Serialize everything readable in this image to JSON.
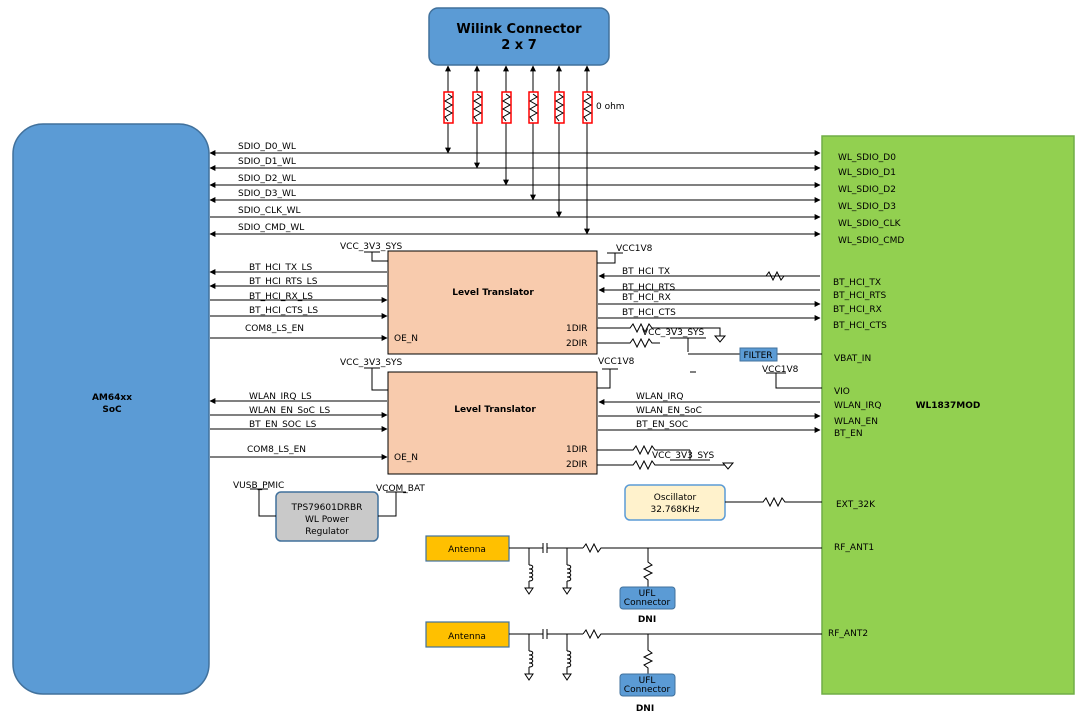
{
  "wilink": {
    "line1": "Wilink Connector",
    "line2": "2 x 7"
  },
  "zero_ohm_label": "0 ohm",
  "soc": {
    "line1": "AM64xx",
    "line2": "SoC"
  },
  "module": {
    "name": "WL1837MOD"
  },
  "sdio_signals": [
    "SDIO_D0_WL",
    "SDIO_D1_WL",
    "SDIO_D2_WL",
    "SDIO_D3_WL",
    "SDIO_CLK_WL",
    "SDIO_CMD_WL"
  ],
  "module_sdio_pins": [
    "WL_SDIO_D0",
    "WL_SDIO_D1",
    "WL_SDIO_D2",
    "WL_SDIO_D3",
    "WL_SDIO_CLK",
    "WL_SDIO_CMD"
  ],
  "lt1": {
    "title": "Level Translator",
    "vcc_left": "VCC_3V3_SYS",
    "vcc_right": "VCC1V8",
    "oe": "OE_N",
    "dir1": "1DIR",
    "dir2": "2DIR",
    "dir_supply": "VCC_3V3_SYS",
    "left_signals": [
      "BT_HCI_TX_LS",
      "BT_HCI_RTS_LS",
      "BT_HCI_RX_LS",
      "BT_HCI_CTS_LS",
      "COM8_LS_EN"
    ],
    "right_signals": [
      "BT_HCI_TX",
      "BT_HCI_RTS",
      "BT_HCI_RX",
      "BT_HCI_CTS"
    ]
  },
  "lt2": {
    "title": "Level Translator",
    "vcc_left": "VCC_3V3_SYS",
    "vcc_right": "VCC1V8",
    "oe": "OE_N",
    "dir1": "1DIR",
    "dir2": "2DIR",
    "dir_supply": "VCC_3V3_SYS",
    "left_signals": [
      "WLAN_IRQ_LS",
      "WLAN_EN_SoC_LS",
      "BT_EN_SOC_LS",
      "COM8_LS_EN"
    ],
    "right_signals": [
      "WLAN_IRQ",
      "WLAN_EN_SoC",
      "BT_EN_SOC"
    ]
  },
  "module_pins": {
    "bt_hci": [
      "BT_HCI_TX",
      "BT_HCI_RTS",
      "BT_HCI_RX",
      "BT_HCI_CTS"
    ],
    "vbat": "VBAT_IN",
    "vio": "VIO",
    "ctrl": [
      "WLAN_IRQ",
      "WLAN_EN",
      "BT_EN"
    ],
    "ext32k": "EXT_32K",
    "rf_ant1": "RF_ANT1",
    "rf_ant2": "RF_ANT2"
  },
  "filter": "FILTER",
  "vio_supply": "VCC1V8",
  "regulator": {
    "lines": [
      "TPS79601DRBR",
      "WL Power",
      "Regulator"
    ],
    "vin": "VUSB_PMIC",
    "vout": "VCOM_BAT"
  },
  "oscillator": {
    "line1": "Oscillator",
    "line2": "32.768KHz"
  },
  "antenna_label": "Antenna",
  "ufl": {
    "line1": "UFL",
    "line2": "Connector"
  },
  "dni": "DNI",
  "colors": {
    "blue_block": "#5b9bd5",
    "module_green": "#92d050",
    "translator_fill": "#f8cbad",
    "antenna_fill": "#ffc000",
    "osc_fill": "#fff2cc",
    "regulator_fill": "#c9c9c9",
    "resistor_red": "#ff0000"
  }
}
